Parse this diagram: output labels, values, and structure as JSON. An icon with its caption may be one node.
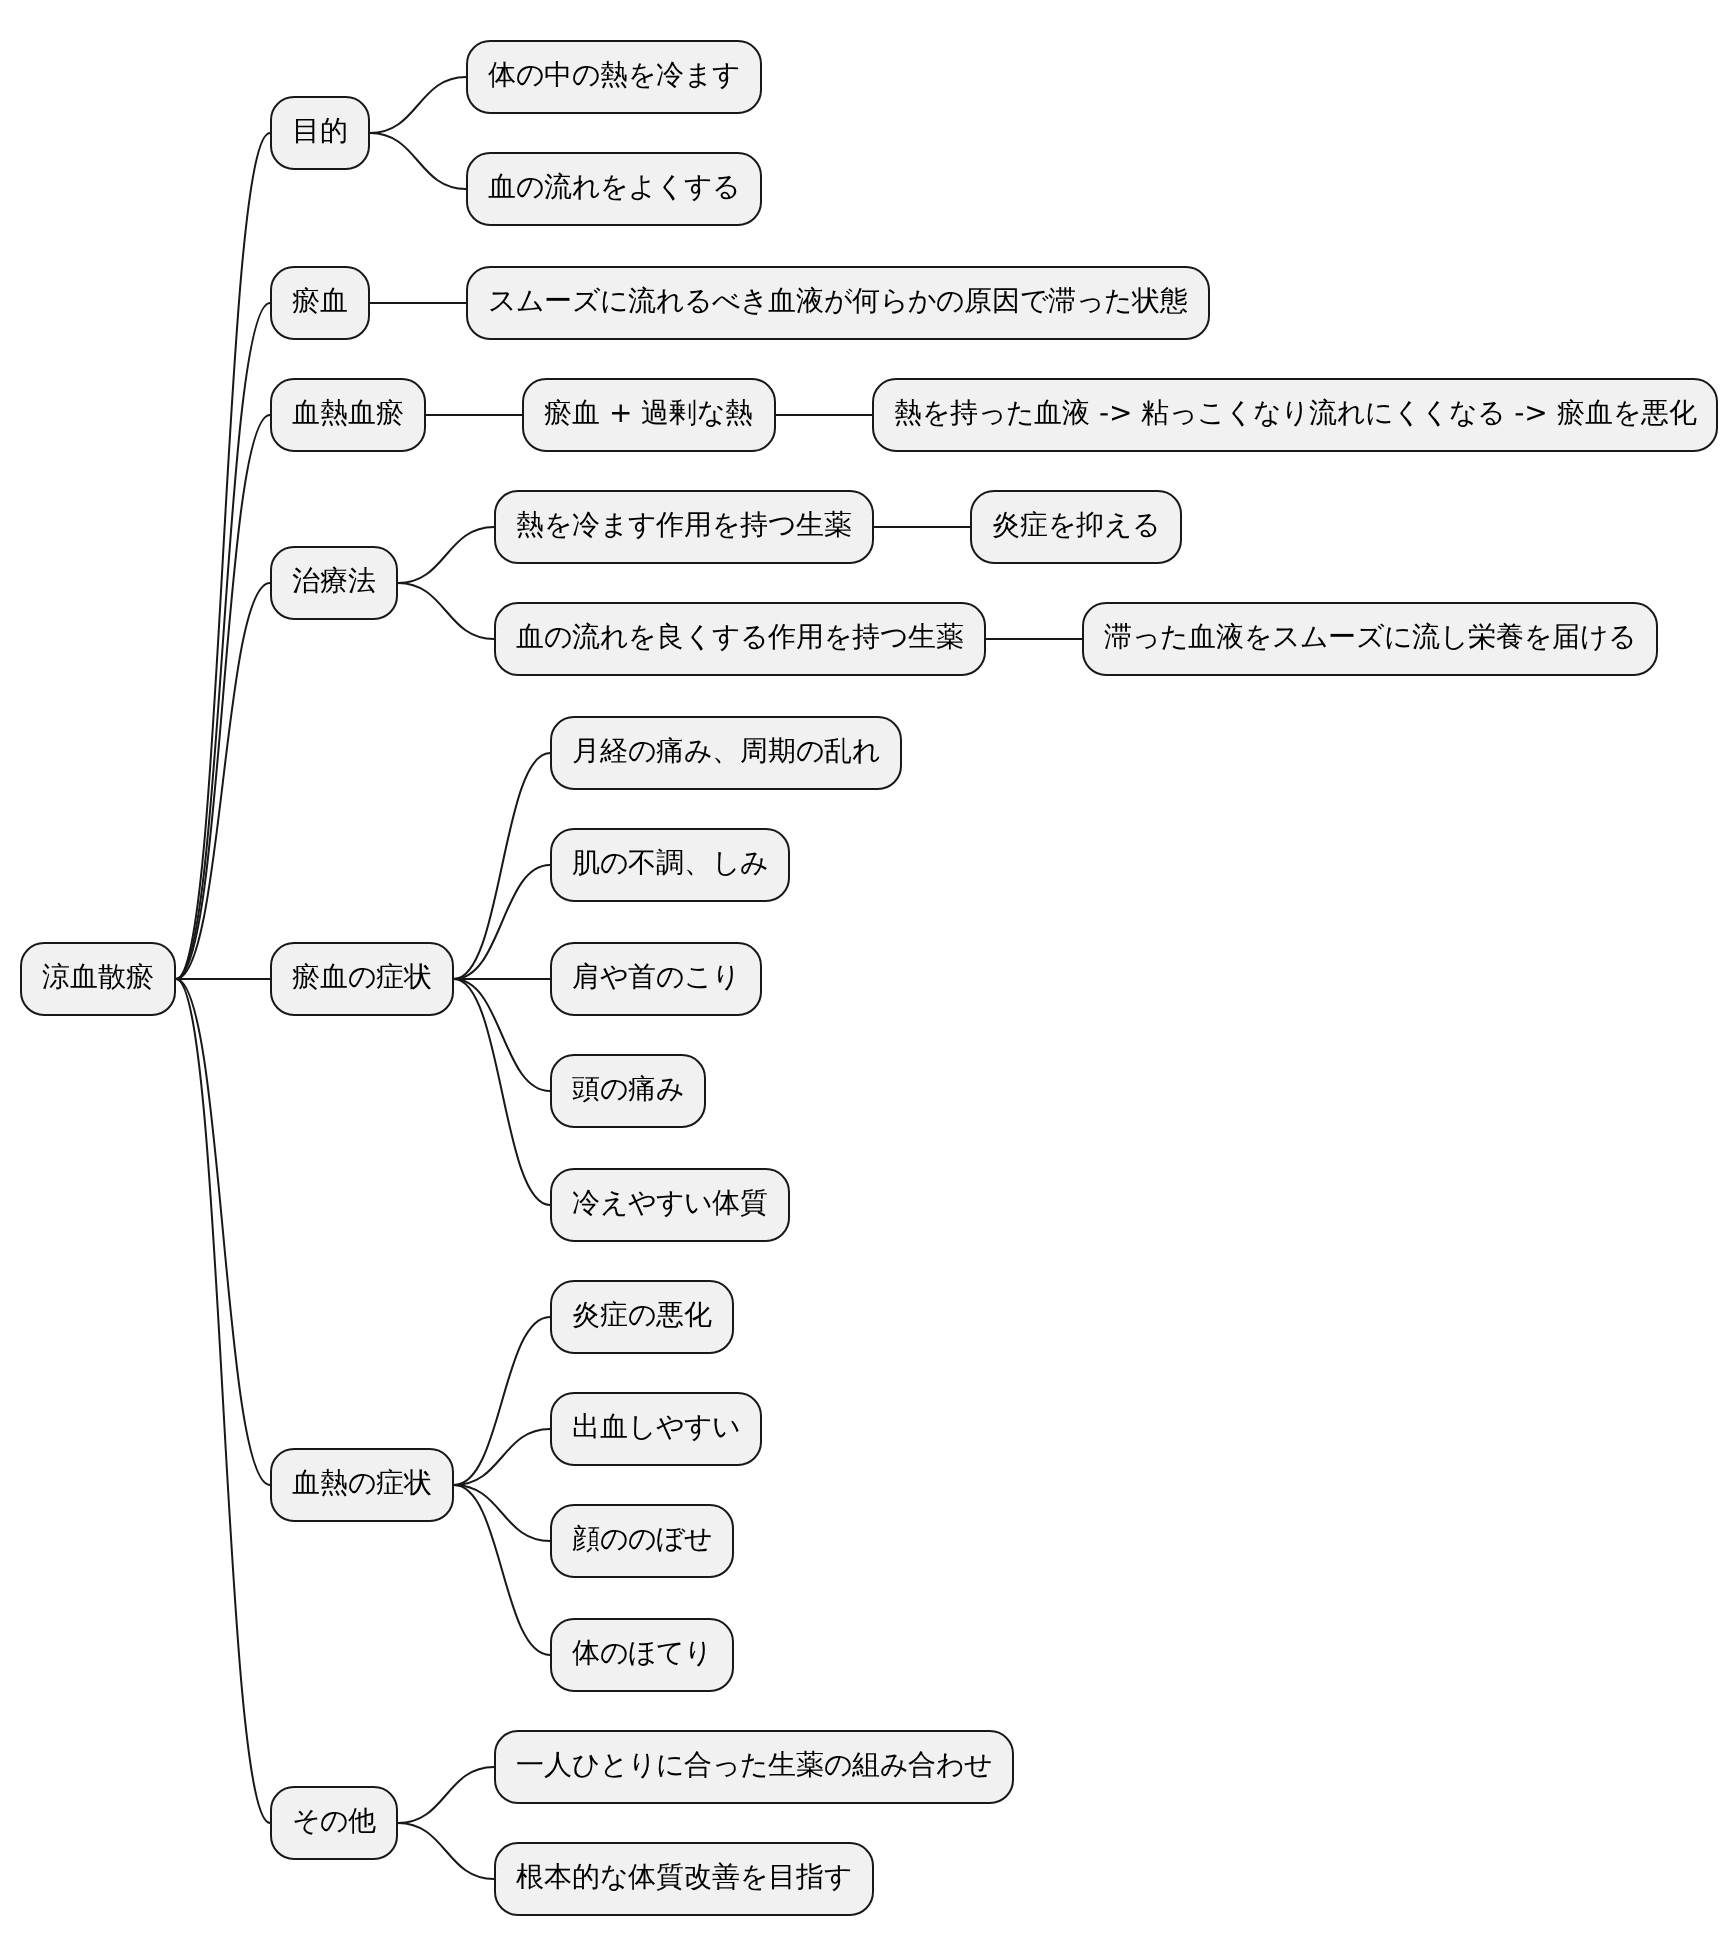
{
  "diagram": {
    "nodes": [
      {
        "text": [
          "涼血散瘀"
        ]
      },
      {
        "text": [
          "目的"
        ]
      },
      {
        "text": [
          "体の中の熱を冷ます"
        ]
      },
      {
        "text": [
          "血の流れをよくする"
        ]
      },
      {
        "text": [
          "瘀血"
        ]
      },
      {
        "text": [
          "スムーズに流れるべき血液が何らかの原因で滞った状態"
        ]
      },
      {
        "text": [
          "血熱血瘀"
        ]
      },
      {
        "text": [
          "瘀血 + 過剰な熱"
        ]
      },
      {
        "text": [
          "熱を持った血液 -> 粘っこくなり流れにくくなる -> 瘀血を悪化"
        ]
      },
      {
        "text": [
          "治療法"
        ]
      },
      {
        "text": [
          "熱を冷ます作用を持つ生薬"
        ]
      },
      {
        "text": [
          "炎症を抑える"
        ]
      },
      {
        "text": [
          "血の流れを良くする作用を持つ生薬"
        ]
      },
      {
        "text": [
          "滞った血液をスムーズに流し栄養を届ける"
        ]
      },
      {
        "text": [
          "瘀血の症状"
        ]
      },
      {
        "text": [
          "月経の痛み、周期の乱れ"
        ]
      },
      {
        "text": [
          "肌の不調、しみ"
        ]
      },
      {
        "text": [
          "肩や首のこり"
        ]
      },
      {
        "text": [
          "頭の痛み"
        ]
      },
      {
        "text": [
          "冷えやすい体質"
        ]
      },
      {
        "text": [
          "血熱の症状"
        ]
      },
      {
        "text": [
          "炎症の悪化"
        ]
      },
      {
        "text": [
          "出血しやすい"
        ]
      },
      {
        "text": [
          "顔ののぼせ"
        ]
      },
      {
        "text": [
          "体のほてり"
        ]
      },
      {
        "text": [
          "その他"
        ]
      },
      {
        "text": [
          "一人ひとりに合った生薬の組み合わせ"
        ]
      },
      {
        "text": [
          "根本的な体質改善を目指す"
        ]
      }
    ],
    "edges": [
      {
        "from": 0,
        "to": 1,
        "arrow": "none"
      },
      {
        "from": 1,
        "to": 2,
        "arrow": "none"
      },
      {
        "from": 1,
        "to": 3,
        "arrow": "none"
      },
      {
        "from": 0,
        "to": 4,
        "arrow": "none"
      },
      {
        "from": 4,
        "to": 5,
        "arrow": "none"
      },
      {
        "from": 0,
        "to": 6,
        "arrow": "none"
      },
      {
        "from": 6,
        "to": 7,
        "arrow": "none"
      },
      {
        "from": 7,
        "to": 8,
        "arrow": "none"
      },
      {
        "from": 0,
        "to": 9,
        "arrow": "none"
      },
      {
        "from": 9,
        "to": 10,
        "arrow": "none"
      },
      {
        "from": 10,
        "to": 11,
        "arrow": "none"
      },
      {
        "from": 9,
        "to": 12,
        "arrow": "none"
      },
      {
        "from": 12,
        "to": 13,
        "arrow": "none"
      },
      {
        "from": 0,
        "to": 14,
        "arrow": "none"
      },
      {
        "from": 14,
        "to": 15,
        "arrow": "none"
      },
      {
        "from": 14,
        "to": 16,
        "arrow": "none"
      },
      {
        "from": 14,
        "to": 17,
        "arrow": "none"
      },
      {
        "from": 14,
        "to": 18,
        "arrow": "none"
      },
      {
        "from": 14,
        "to": 19,
        "arrow": "none"
      },
      {
        "from": 0,
        "to": 20,
        "arrow": "none"
      },
      {
        "from": 20,
        "to": 21,
        "arrow": "none"
      },
      {
        "from": 20,
        "to": 22,
        "arrow": "none"
      },
      {
        "from": 20,
        "to": 23,
        "arrow": "none"
      },
      {
        "from": 20,
        "to": 24,
        "arrow": "none"
      },
      {
        "from": 0,
        "to": 25,
        "arrow": "none"
      },
      {
        "from": 25,
        "to": 26,
        "arrow": "none"
      },
      {
        "from": 25,
        "to": 27,
        "arrow": "none"
      }
    ]
  }
}
